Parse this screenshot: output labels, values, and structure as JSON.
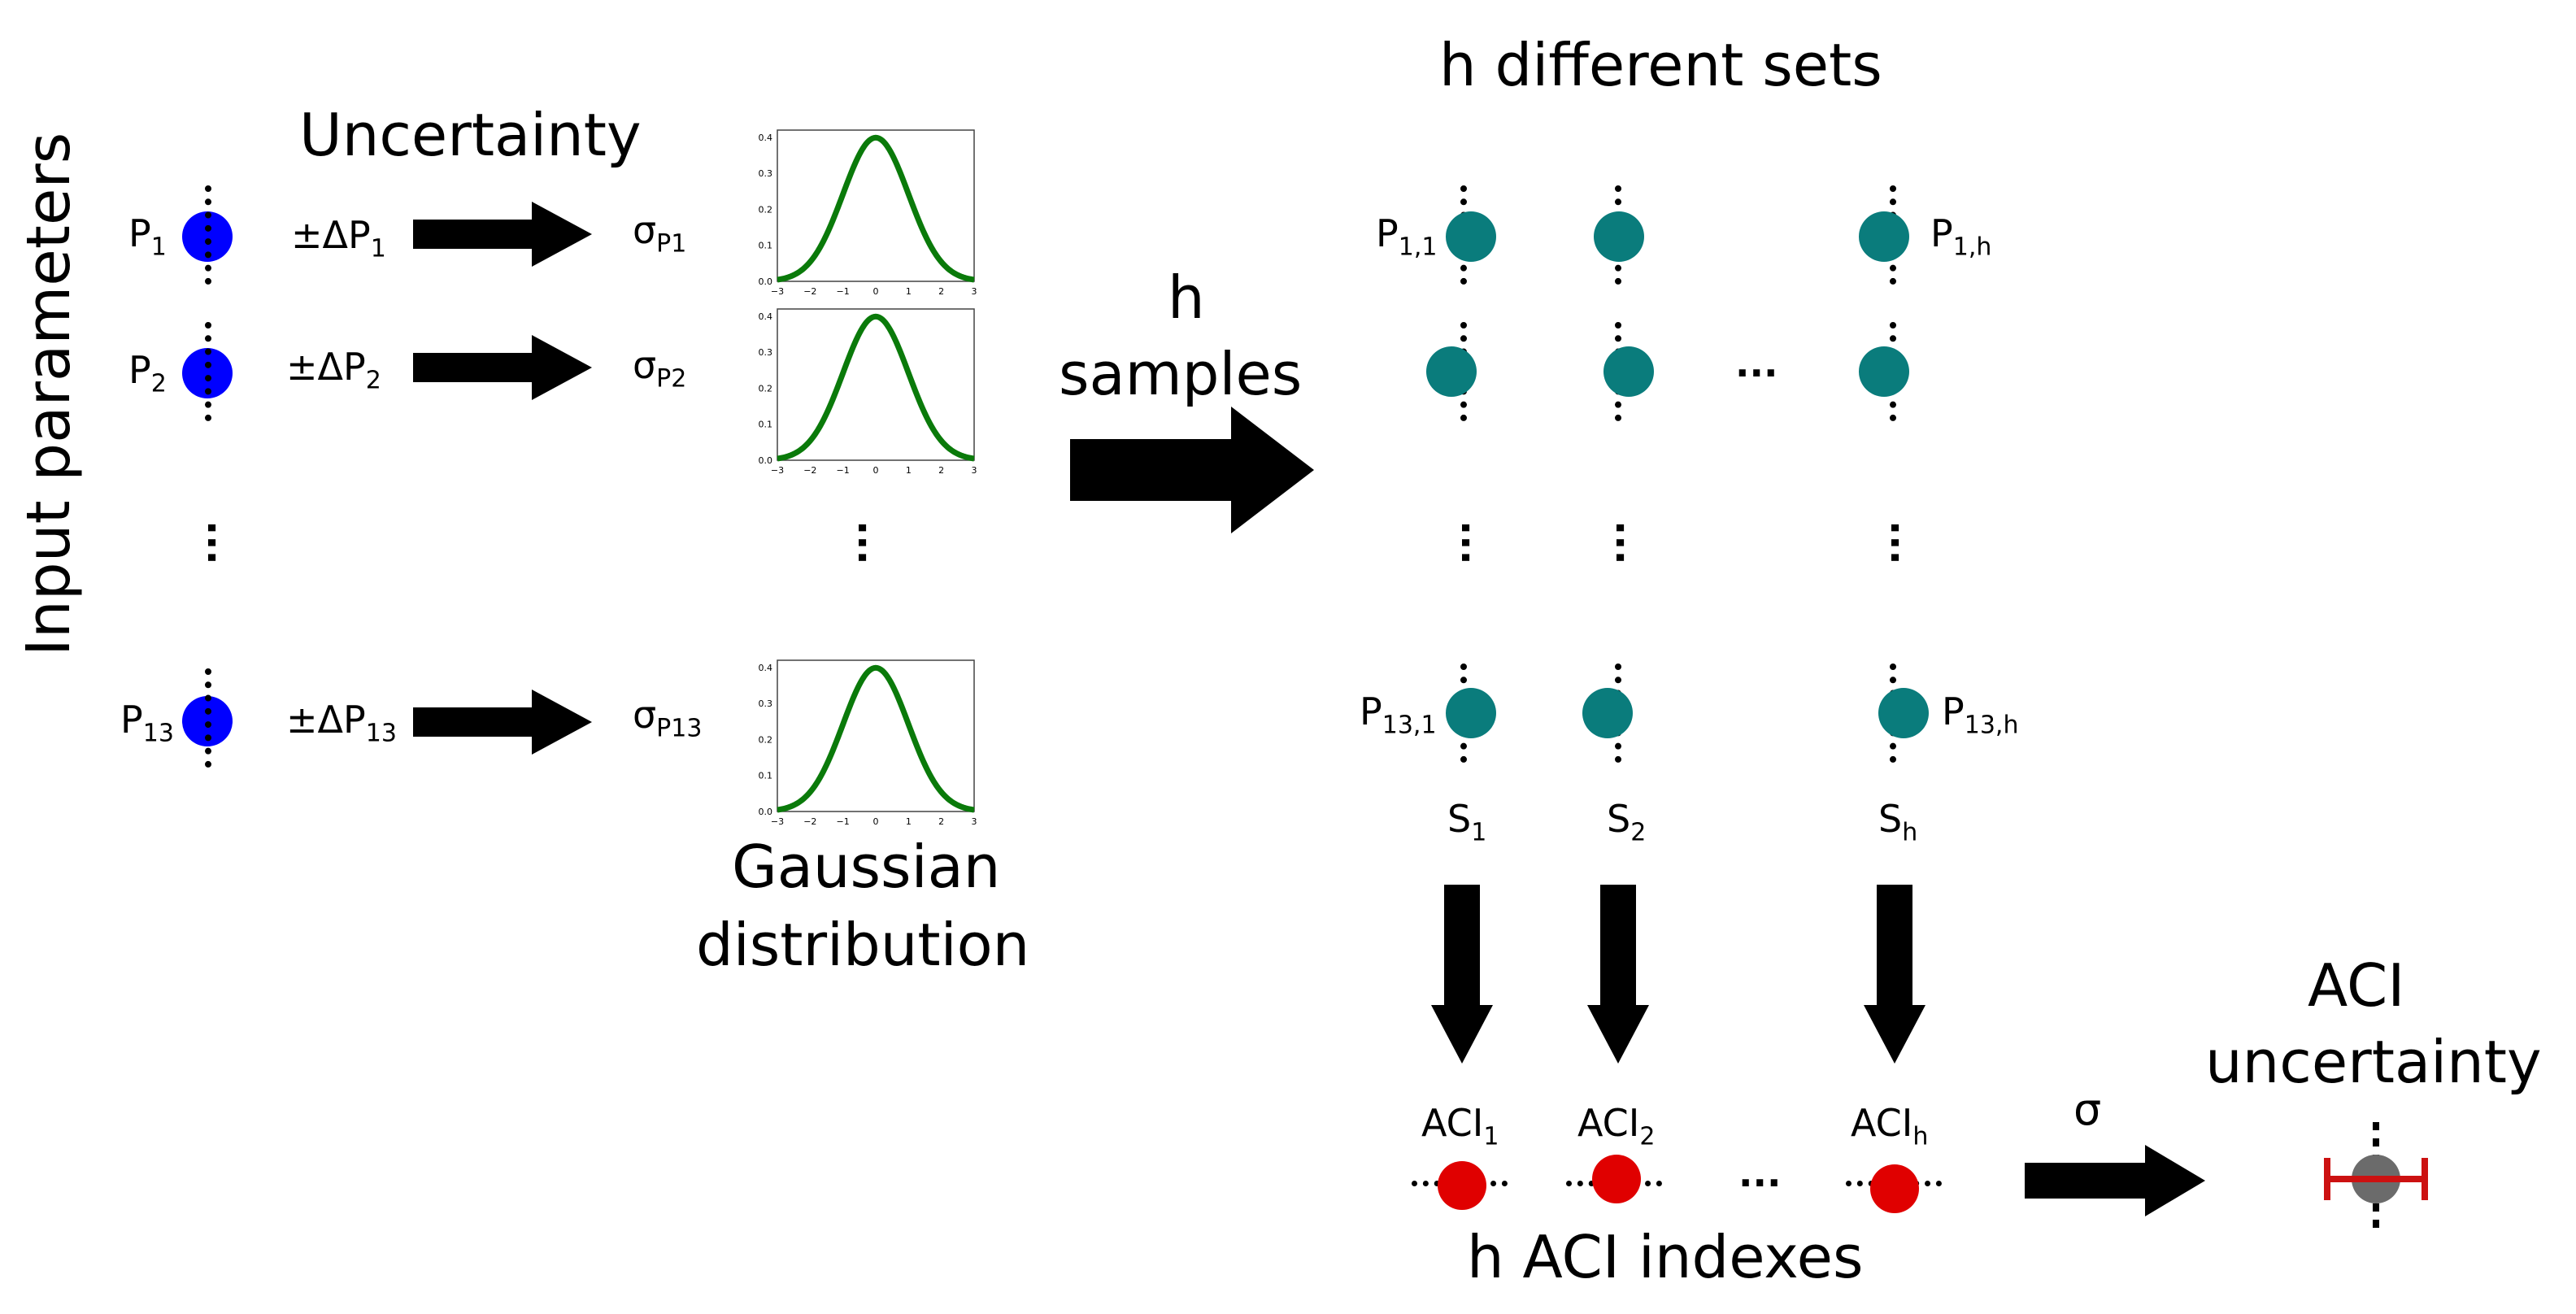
{
  "left": {
    "axis_label": "Input parameters",
    "uncertainty_title": "Uncertainty",
    "params": [
      {
        "p": "P",
        "p_sub": "1",
        "delta": "±ΔP",
        "delta_sub": "1",
        "sigma": "σ",
        "sigma_sub": "P1"
      },
      {
        "p": "P",
        "p_sub": "2",
        "delta": "±ΔP",
        "delta_sub": "2",
        "sigma": "σ",
        "sigma_sub": "P2"
      },
      {
        "p": "P",
        "p_sub": "13",
        "delta": "±ΔP",
        "delta_sub": "13",
        "sigma": "σ",
        "sigma_sub": "P13"
      }
    ],
    "gaussian_title_line1": "Gaussian",
    "gaussian_title_line2": "distribution"
  },
  "gaussian_plot": {
    "y_ticks": [
      "0.4",
      "0.3",
      "0.2",
      "0.1",
      "0.0"
    ],
    "x_ticks": [
      "−3",
      "−2",
      "−1",
      "0",
      "1",
      "2",
      "3"
    ],
    "line_color": "#0a7a0a"
  },
  "middle": {
    "label_line1": "h",
    "label_line2": "samples"
  },
  "sets": {
    "title": "h different sets",
    "labels": {
      "p11": {
        "p": "P",
        "sub": "1,1"
      },
      "p1h": {
        "p": "P",
        "sub": "1,h"
      },
      "p131": {
        "p": "P",
        "sub": "13,1"
      },
      "p13h": {
        "p": "P",
        "sub": "13,h"
      }
    },
    "set_names": [
      {
        "s": "S",
        "sub": "1"
      },
      {
        "s": "S",
        "sub": "2"
      },
      {
        "s": "S",
        "sub": "h"
      }
    ],
    "ellipsis": "..."
  },
  "aci": {
    "items": [
      {
        "name": "ACI",
        "sub": "1"
      },
      {
        "name": "ACI",
        "sub": "2"
      },
      {
        "name": "ACI",
        "sub": "h"
      }
    ],
    "title": "h ACI indexes",
    "ellipsis": "...",
    "sigma_label": "σ",
    "result_line1": "ACI",
    "result_line2": "uncertainty"
  },
  "colors": {
    "input_dot": "#0000ff",
    "set_dot": "#0a7c7c",
    "aci_dot": "#e00000",
    "result_dot": "#6b6b6b",
    "error_bar": "#cc1111"
  }
}
